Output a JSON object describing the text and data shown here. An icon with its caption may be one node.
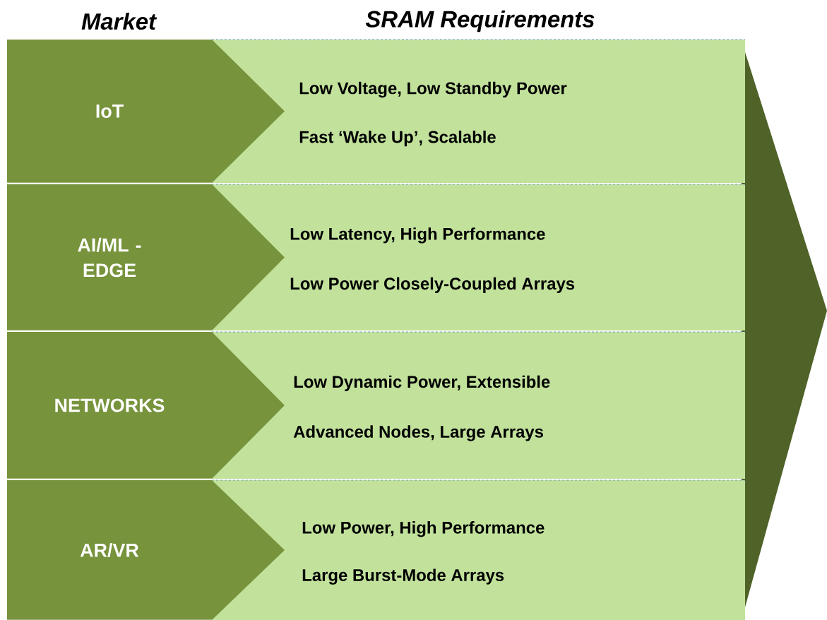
{
  "diagram": {
    "nodes": [
      {
        "text": [
          "IoT"
        ]
      },
      {
        "text": [
          "AI/ML - EDGE"
        ]
      },
      {
        "text": [
          "NETWORKS"
        ]
      },
      {
        "text": [
          "AR/VR"
        ]
      },
      {
        "text": [
          "Low Voltage, Low Standby Power",
          "Fast ‘Wake Up’, Scalable"
        ]
      },
      {
        "text": [
          "Low Latency, High Performance",
          "Low Power Closely-Coupled Arrays"
        ]
      },
      {
        "text": [
          "Low Dynamic Power, Extensible",
          "Advanced Nodes, Large Arrays"
        ]
      },
      {
        "text": [
          "Low Power, High Performance",
          "Large Burst-Mode Arrays"
        ]
      }
    ],
    "labels": [
      "Market",
      "SRAM Requirements"
    ]
  }
}
